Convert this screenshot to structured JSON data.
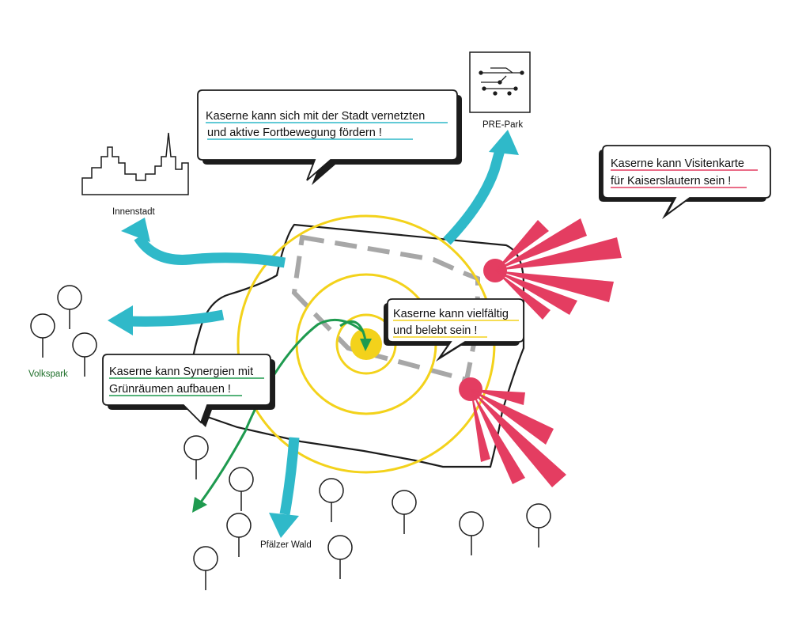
{
  "colors": {
    "cyan": "#2fb9c9",
    "green": "#1e9a4f",
    "yellow": "#f3d21b",
    "pink": "#e43d61",
    "grey": "#a7a7a7",
    "outline": "#1c1c1c"
  },
  "bubbles": {
    "network": {
      "line1": "Kaserne kann sich mit der Stadt vernetzten",
      "line2": "und aktive Fortbewegung fördern !",
      "underline_color": "#2fb9c9"
    },
    "visitenkarte": {
      "line1": "Kaserne kann Visitenkarte",
      "line2": "für Kaiserslautern sein !",
      "underline_color": "#e43d61"
    },
    "vielfaeltig": {
      "line1": "Kaserne kann vielfältig",
      "line2": "und belebt sein !",
      "underline_color": "#f3d21b"
    },
    "synergien": {
      "line1": "Kaserne kann Synergien mit",
      "line2": "Grünräumen aufbauen !",
      "underline_color": "#1e9a4f"
    }
  },
  "places": {
    "innenstadt": "Innenstadt",
    "pre_park": "PRE-Park",
    "volkspark": "Volkspark",
    "pfaelzer_wald": "Pfälzer Wald"
  },
  "icons": {
    "city_skyline": "city-skyline-icon",
    "circuit": "circuit-board-icon",
    "tree": "tree-icon"
  }
}
